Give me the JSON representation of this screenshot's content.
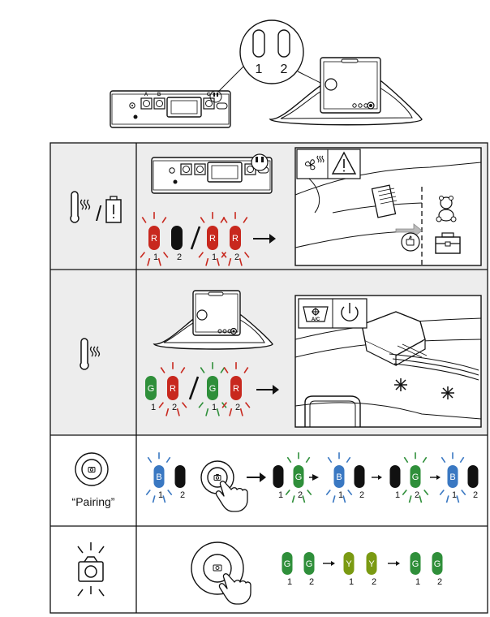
{
  "header": {
    "callout_labels": [
      "1",
      "2"
    ],
    "port_labels": [
      "A",
      "B",
      "C"
    ]
  },
  "rows": [
    {
      "name": "row-overheat-battery",
      "icons": [
        "thermometer-heat-icon",
        "battery-low-icon"
      ],
      "separator": "/",
      "led_sequence": [
        {
          "letter": "R",
          "num": "1",
          "color": "#c8281e",
          "blink": true
        },
        {
          "letter": "",
          "num": "2",
          "color": "#111111",
          "blink": false
        },
        {
          "letter": "R",
          "num": "1",
          "color": "#c8281e",
          "blink": true
        },
        {
          "letter": "R",
          "num": "2",
          "color": "#c8281e",
          "blink": true
        }
      ]
    },
    {
      "name": "row-overheat",
      "icons": [
        "thermometer-heat-icon"
      ],
      "led_sequence": [
        {
          "letter": "G",
          "num": "1",
          "color": "#2f8f3a",
          "blink": false
        },
        {
          "letter": "R",
          "num": "2",
          "color": "#c8281e",
          "blink": true
        },
        {
          "letter": "G",
          "num": "1",
          "color": "#2f8f3a",
          "blink": true
        },
        {
          "letter": "R",
          "num": "2",
          "color": "#c8281e",
          "blink": true
        }
      ],
      "hvac_label": "A/C"
    },
    {
      "name": "row-pairing",
      "label": "“Pairing”",
      "icons": [
        "camera-button-icon"
      ],
      "led_sequence": [
        {
          "letter": "B",
          "num": "1",
          "color": "#3a78c2",
          "blink": true
        },
        {
          "letter": "",
          "num": "2",
          "color": "#111111",
          "blink": false
        },
        {
          "letter": "",
          "num": "1",
          "color": "#111111",
          "blink": false
        },
        {
          "letter": "G",
          "num": "2",
          "color": "#2f8f3a",
          "blink": true
        },
        {
          "letter": "B",
          "num": "1",
          "color": "#3a78c2",
          "blink": true
        },
        {
          "letter": "",
          "num": "2",
          "color": "#111111",
          "blink": false
        },
        {
          "letter": "",
          "num": "1",
          "color": "#111111",
          "blink": false
        },
        {
          "letter": "G",
          "num": "2",
          "color": "#2f8f3a",
          "blink": true
        },
        {
          "letter": "B",
          "num": "1",
          "color": "#3a78c2",
          "blink": true
        },
        {
          "letter": "",
          "num": "2",
          "color": "#111111",
          "blink": false
        }
      ]
    },
    {
      "name": "row-camera-reset",
      "icons": [
        "camera-flash-icon"
      ],
      "led_sequence": [
        {
          "letter": "G",
          "num": "1",
          "color": "#2f8f3a",
          "blink": false
        },
        {
          "letter": "G",
          "num": "2",
          "color": "#2f8f3a",
          "blink": false
        },
        {
          "letter": "Y",
          "num": "1",
          "color": "#7a9a12",
          "blink": false
        },
        {
          "letter": "Y",
          "num": "2",
          "color": "#7a9a12",
          "blink": false
        },
        {
          "letter": "G",
          "num": "1",
          "color": "#2f8f3a",
          "blink": false
        },
        {
          "letter": "G",
          "num": "2",
          "color": "#2f8f3a",
          "blink": false
        }
      ]
    }
  ],
  "colors": {
    "red": "#c8281e",
    "green": "#2f8f3a",
    "blue": "#3a78c2",
    "yellow_green": "#7a9a12",
    "black": "#111111",
    "panel_grey": "#ededed"
  }
}
